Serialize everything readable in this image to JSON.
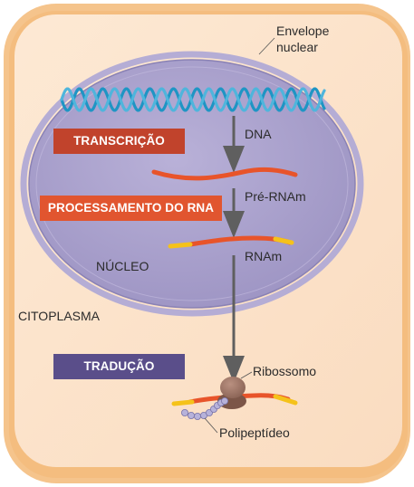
{
  "labels": {
    "nuclear_envelope_line1": "Envelope",
    "nuclear_envelope_line2": "nuclear",
    "dna": "DNA",
    "pre_mrna": "Pré-RNAm",
    "mrna": "RNAm",
    "nucleus": "NÚCLEO",
    "cytoplasm": "CITOPLASMA",
    "ribosome": "Ribossomo",
    "polypeptide": "Polipeptídeo"
  },
  "steps": {
    "transcription": "TRANSCRIÇÃO",
    "rna_processing": "PROCESSAMENTO DO RNA",
    "translation": "TRADUÇÃO"
  },
  "colors": {
    "cell_fill": "#fbe6cf",
    "cell_border": "#f2b874",
    "nucleus_fill": "#a69dc8",
    "nucleus_border": "#8a82b5",
    "dna_strand": "#1e95c4",
    "rna": "#e8542a",
    "rna_cap": "#f5c21a",
    "arrow": "#5f5f5f",
    "transcription_box": "#c1432c",
    "processing_box": "#e1552f",
    "translation_box": "#5a4e8a",
    "ribosome": "#9a7466",
    "polypeptide_bead": "#b7b2da"
  }
}
